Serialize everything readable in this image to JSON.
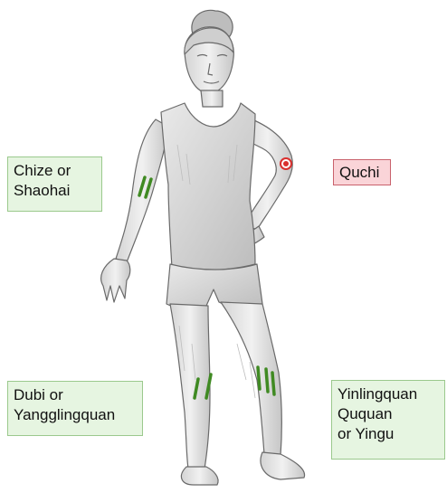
{
  "labels": {
    "chize": {
      "lines": [
        "Chize or",
        "Shaohai"
      ]
    },
    "quchi": {
      "lines": [
        "Quchi"
      ]
    },
    "dubi": {
      "lines": [
        "Dubi or",
        "Yangglingquan"
      ]
    },
    "yinling": {
      "lines": [
        "Yinlingquan",
        "Ququan",
        "or Yingu"
      ]
    }
  },
  "colors": {
    "green_box_fill": "#e6f5e1",
    "green_box_border": "#9bc98d",
    "red_box_fill": "#fad4d8",
    "red_box_border": "#c9616c",
    "point_marker": "#d9302e",
    "stroke_marks": "#3f8a22",
    "sketch_outline": "#6a6a6a",
    "sketch_shade": "#c9c9c9"
  }
}
